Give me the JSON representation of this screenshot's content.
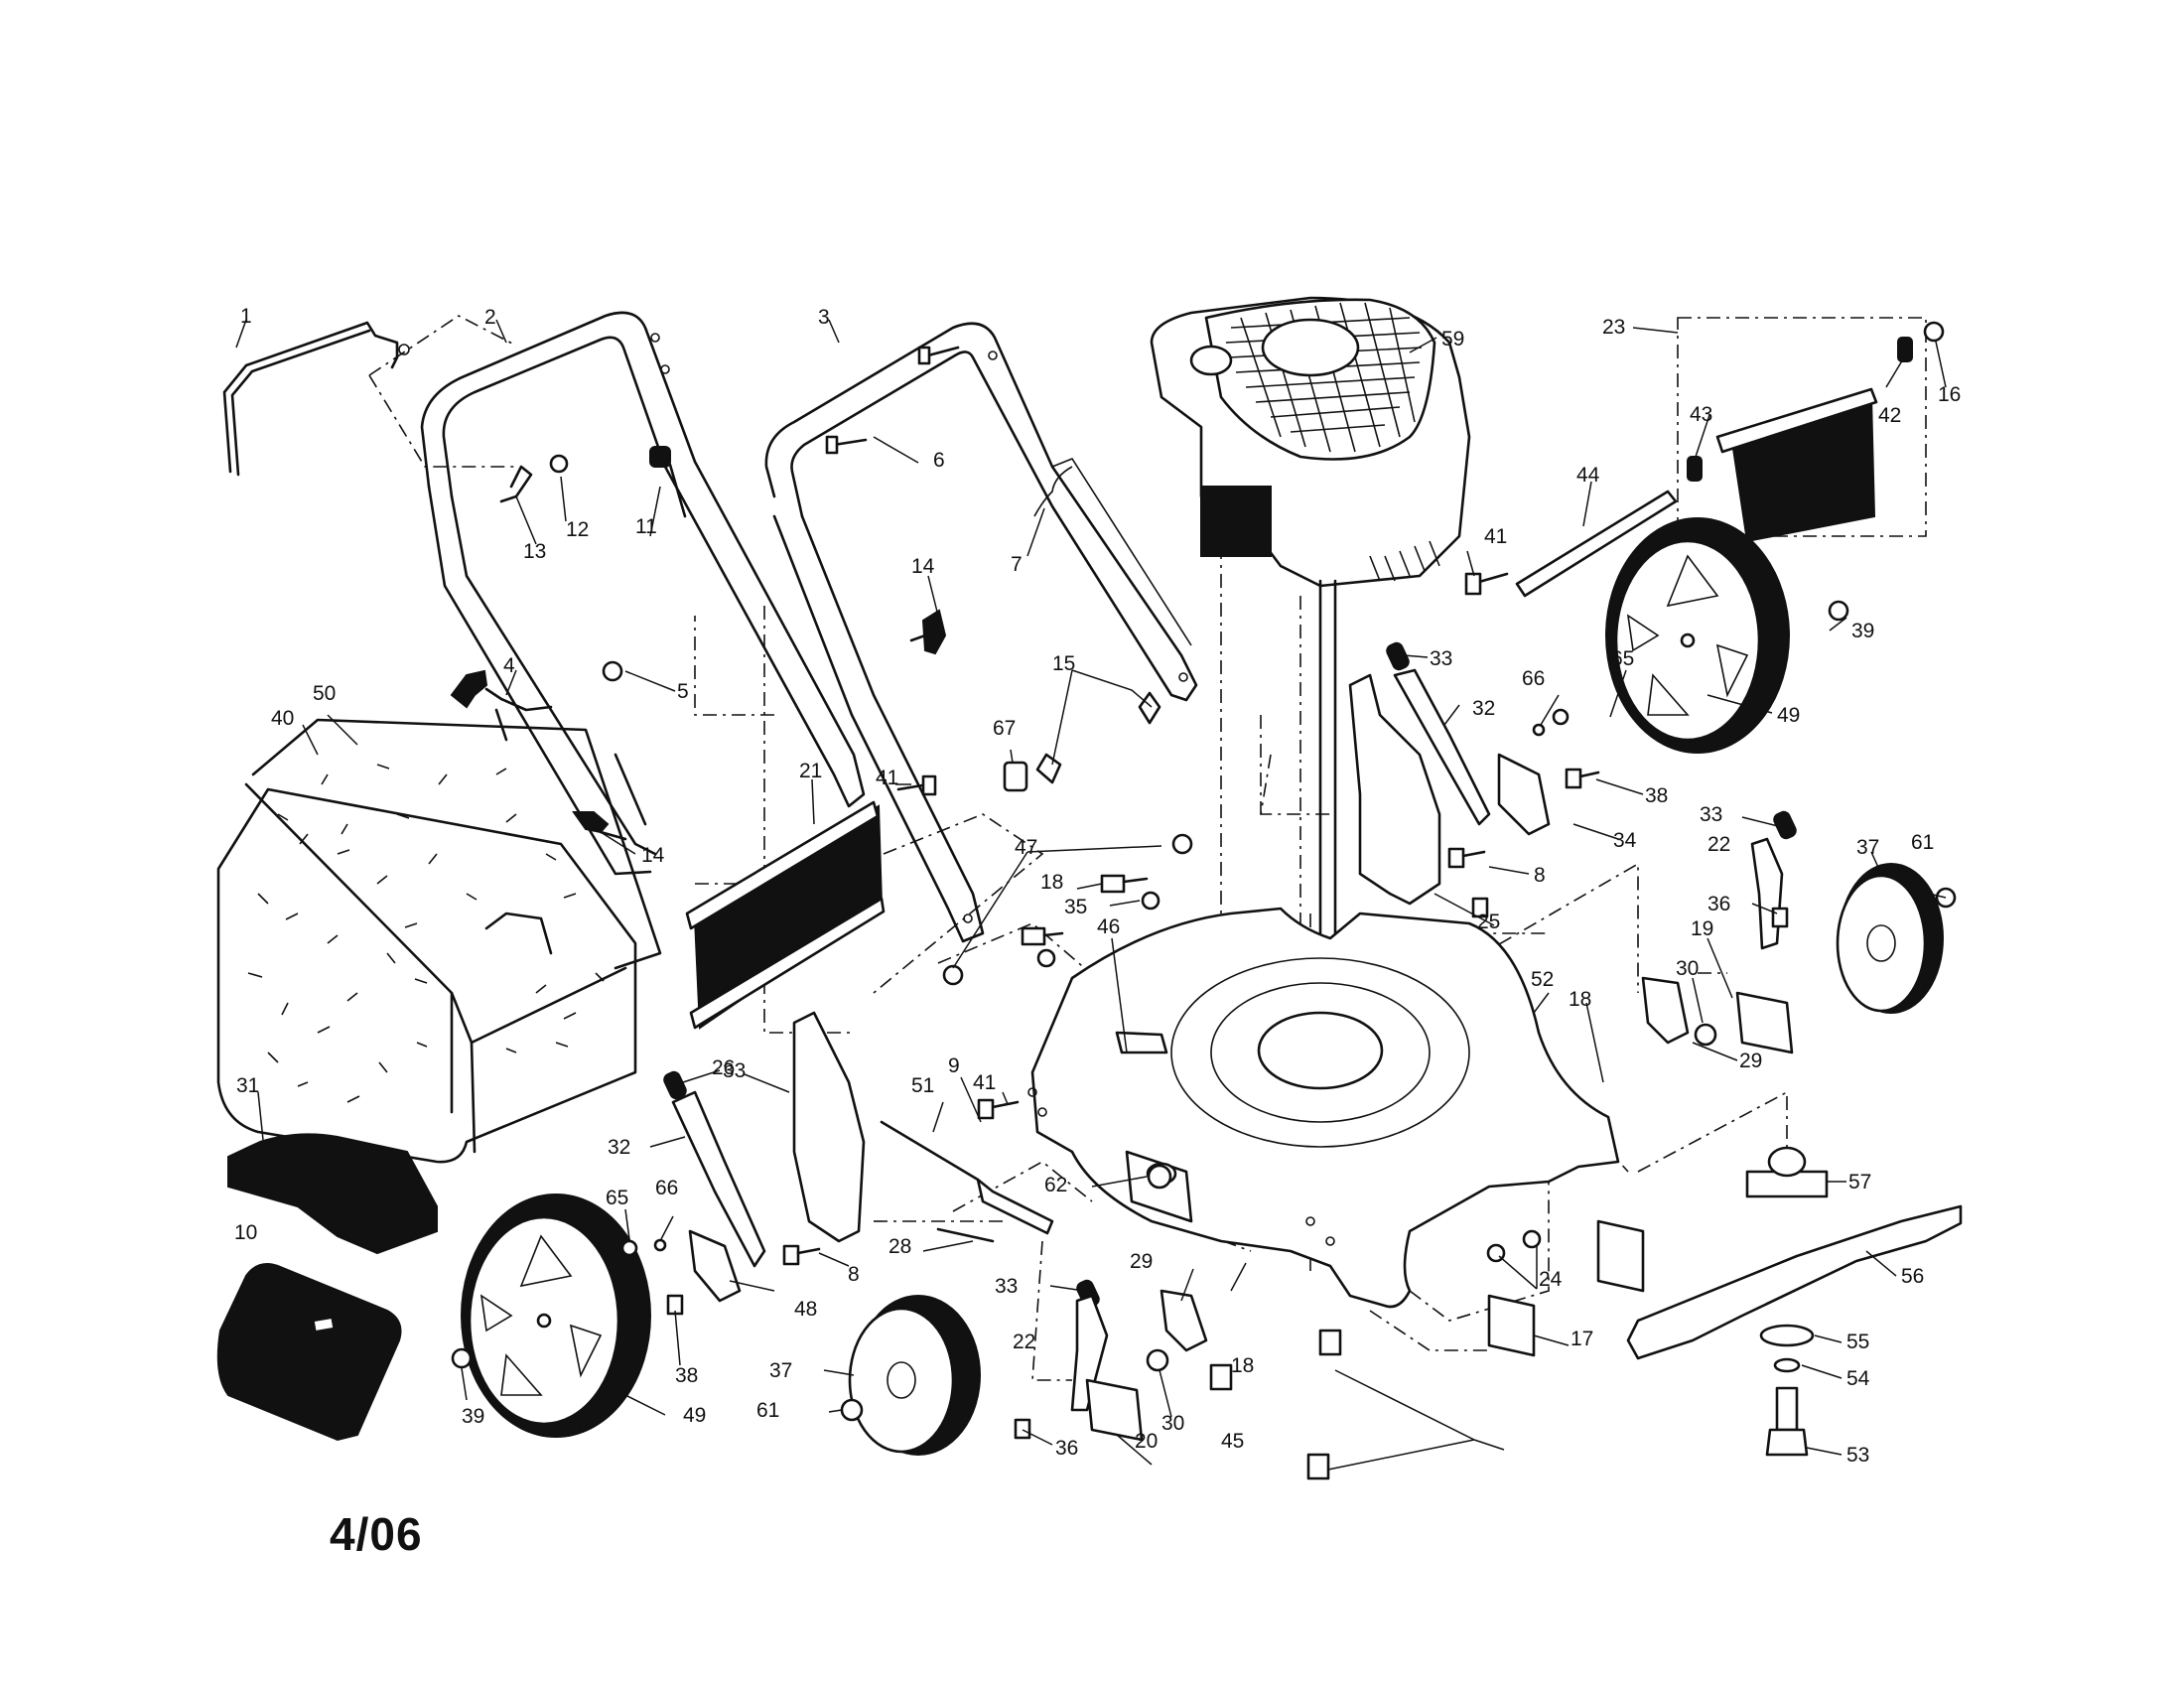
{
  "diagram": {
    "date_code": "4/06",
    "callouts": [
      {
        "id": "c1",
        "text": "1"
      },
      {
        "id": "c2",
        "text": "2"
      },
      {
        "id": "c3",
        "text": "3"
      },
      {
        "id": "c4",
        "text": "4"
      },
      {
        "id": "c5",
        "text": "5"
      },
      {
        "id": "c6",
        "text": "6"
      },
      {
        "id": "c7",
        "text": "7"
      },
      {
        "id": "c8a",
        "text": "8"
      },
      {
        "id": "c8b",
        "text": "8"
      },
      {
        "id": "c9",
        "text": "9"
      },
      {
        "id": "c10",
        "text": "10"
      },
      {
        "id": "c11",
        "text": "11"
      },
      {
        "id": "c12",
        "text": "12"
      },
      {
        "id": "c13",
        "text": "13"
      },
      {
        "id": "c14a",
        "text": "14"
      },
      {
        "id": "c14b",
        "text": "14"
      },
      {
        "id": "c15",
        "text": "15"
      },
      {
        "id": "c16",
        "text": "16"
      },
      {
        "id": "c17",
        "text": "17"
      },
      {
        "id": "c18a",
        "text": "18"
      },
      {
        "id": "c18b",
        "text": "18"
      },
      {
        "id": "c18c",
        "text": "18"
      },
      {
        "id": "c19",
        "text": "19"
      },
      {
        "id": "c20",
        "text": "20"
      },
      {
        "id": "c21",
        "text": "21"
      },
      {
        "id": "c22a",
        "text": "22"
      },
      {
        "id": "c22b",
        "text": "22"
      },
      {
        "id": "c23",
        "text": "23"
      },
      {
        "id": "c24",
        "text": "24"
      },
      {
        "id": "c25",
        "text": "25"
      },
      {
        "id": "c26",
        "text": "26"
      },
      {
        "id": "c28",
        "text": "28"
      },
      {
        "id": "c29a",
        "text": "29"
      },
      {
        "id": "c29b",
        "text": "29"
      },
      {
        "id": "c30a",
        "text": "30"
      },
      {
        "id": "c30b",
        "text": "30"
      },
      {
        "id": "c31",
        "text": "31"
      },
      {
        "id": "c32a",
        "text": "32"
      },
      {
        "id": "c32b",
        "text": "32"
      },
      {
        "id": "c33a",
        "text": "33"
      },
      {
        "id": "c33b",
        "text": "33"
      },
      {
        "id": "c33c",
        "text": "33"
      },
      {
        "id": "c33d",
        "text": "33"
      },
      {
        "id": "c34",
        "text": "34"
      },
      {
        "id": "c35",
        "text": "35"
      },
      {
        "id": "c36a",
        "text": "36"
      },
      {
        "id": "c36b",
        "text": "36"
      },
      {
        "id": "c37a",
        "text": "37"
      },
      {
        "id": "c37b",
        "text": "37"
      },
      {
        "id": "c38a",
        "text": "38"
      },
      {
        "id": "c38b",
        "text": "38"
      },
      {
        "id": "c39a",
        "text": "39"
      },
      {
        "id": "c39b",
        "text": "39"
      },
      {
        "id": "c40",
        "text": "40"
      },
      {
        "id": "c41a",
        "text": "41"
      },
      {
        "id": "c41b",
        "text": "41"
      },
      {
        "id": "c41c",
        "text": "41"
      },
      {
        "id": "c42",
        "text": "42"
      },
      {
        "id": "c43",
        "text": "43"
      },
      {
        "id": "c44",
        "text": "44"
      },
      {
        "id": "c45",
        "text": "45"
      },
      {
        "id": "c46",
        "text": "46"
      },
      {
        "id": "c47",
        "text": "47"
      },
      {
        "id": "c48",
        "text": "48"
      },
      {
        "id": "c49a",
        "text": "49"
      },
      {
        "id": "c49b",
        "text": "49"
      },
      {
        "id": "c50",
        "text": "50"
      },
      {
        "id": "c51",
        "text": "51"
      },
      {
        "id": "c52",
        "text": "52"
      },
      {
        "id": "c53",
        "text": "53"
      },
      {
        "id": "c54",
        "text": "54"
      },
      {
        "id": "c55",
        "text": "55"
      },
      {
        "id": "c56",
        "text": "56"
      },
      {
        "id": "c57",
        "text": "57"
      },
      {
        "id": "c59",
        "text": "59"
      },
      {
        "id": "c61a",
        "text": "61"
      },
      {
        "id": "c61b",
        "text": "61"
      },
      {
        "id": "c62",
        "text": "62"
      },
      {
        "id": "c65a",
        "text": "65"
      },
      {
        "id": "c65b",
        "text": "65"
      },
      {
        "id": "c66a",
        "text": "66"
      },
      {
        "id": "c66b",
        "text": "66"
      },
      {
        "id": "c67",
        "text": "67"
      }
    ]
  }
}
